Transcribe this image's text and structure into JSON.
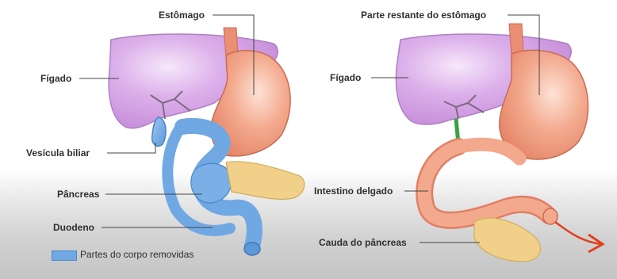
{
  "labels": {
    "left": {
      "stomach": "Estômago",
      "liver": "Fígado",
      "gallbladder": "Vesícula biliar",
      "pancreas": "Pâncreas",
      "duodenum": "Duodeno"
    },
    "right": {
      "remaining_stomach": "Parte restante do estômago",
      "liver": "Fígado",
      "small_intestine": "Intestino delgado",
      "pancreas_tail": "Cauda do pâncreas"
    }
  },
  "legend": {
    "text": "Partes do corpo removidas",
    "color": "#6fa8e3"
  },
  "colors": {
    "liver": "#d7a8e6",
    "stomach": "#f0a083",
    "pancreas": "#f1d08a",
    "removed": "#6fa8e3",
    "intestine": "#ef9a80",
    "bile_duct_new": "#3aa040",
    "arrow": "#e0401e"
  }
}
